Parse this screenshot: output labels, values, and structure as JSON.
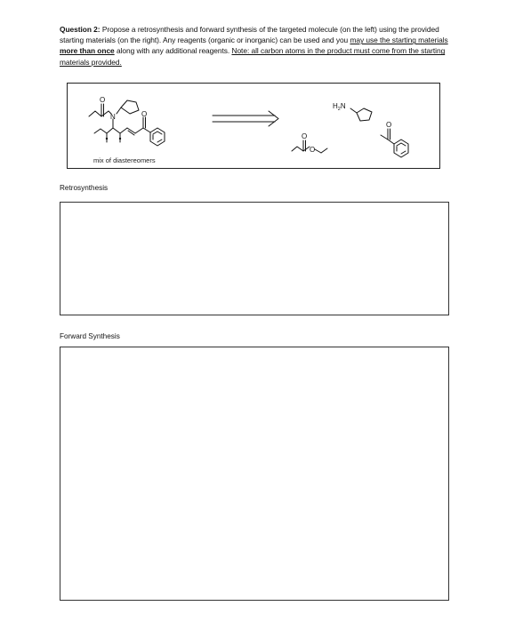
{
  "question": {
    "label": "Question 2",
    "colon": ": ",
    "text_1": "Propose a retrosynthesis and forward synthesis of the targeted molecule (on the left) using the provided starting materials (on the right). Any reagents (organic or inorganic) can be used and you ",
    "underline_1a": "may use the starting materials ",
    "underline_1b_bold": "more than once",
    "text_2": " along with any additional reagents. ",
    "underline_2": "Note: all carbon atoms in the product must come from the starting materials provided."
  },
  "scheme": {
    "product_note": "mix of diastereomers",
    "atom_labels": {
      "nitrogen": "N",
      "oxygen": "O",
      "amine": "H2N",
      "amine_h": "H",
      "amine_sub": "2",
      "amine_n": "N"
    }
  },
  "sections": {
    "retrosynthesis_label": "Retrosynthesis",
    "forward_label": "Forward Synthesis"
  }
}
